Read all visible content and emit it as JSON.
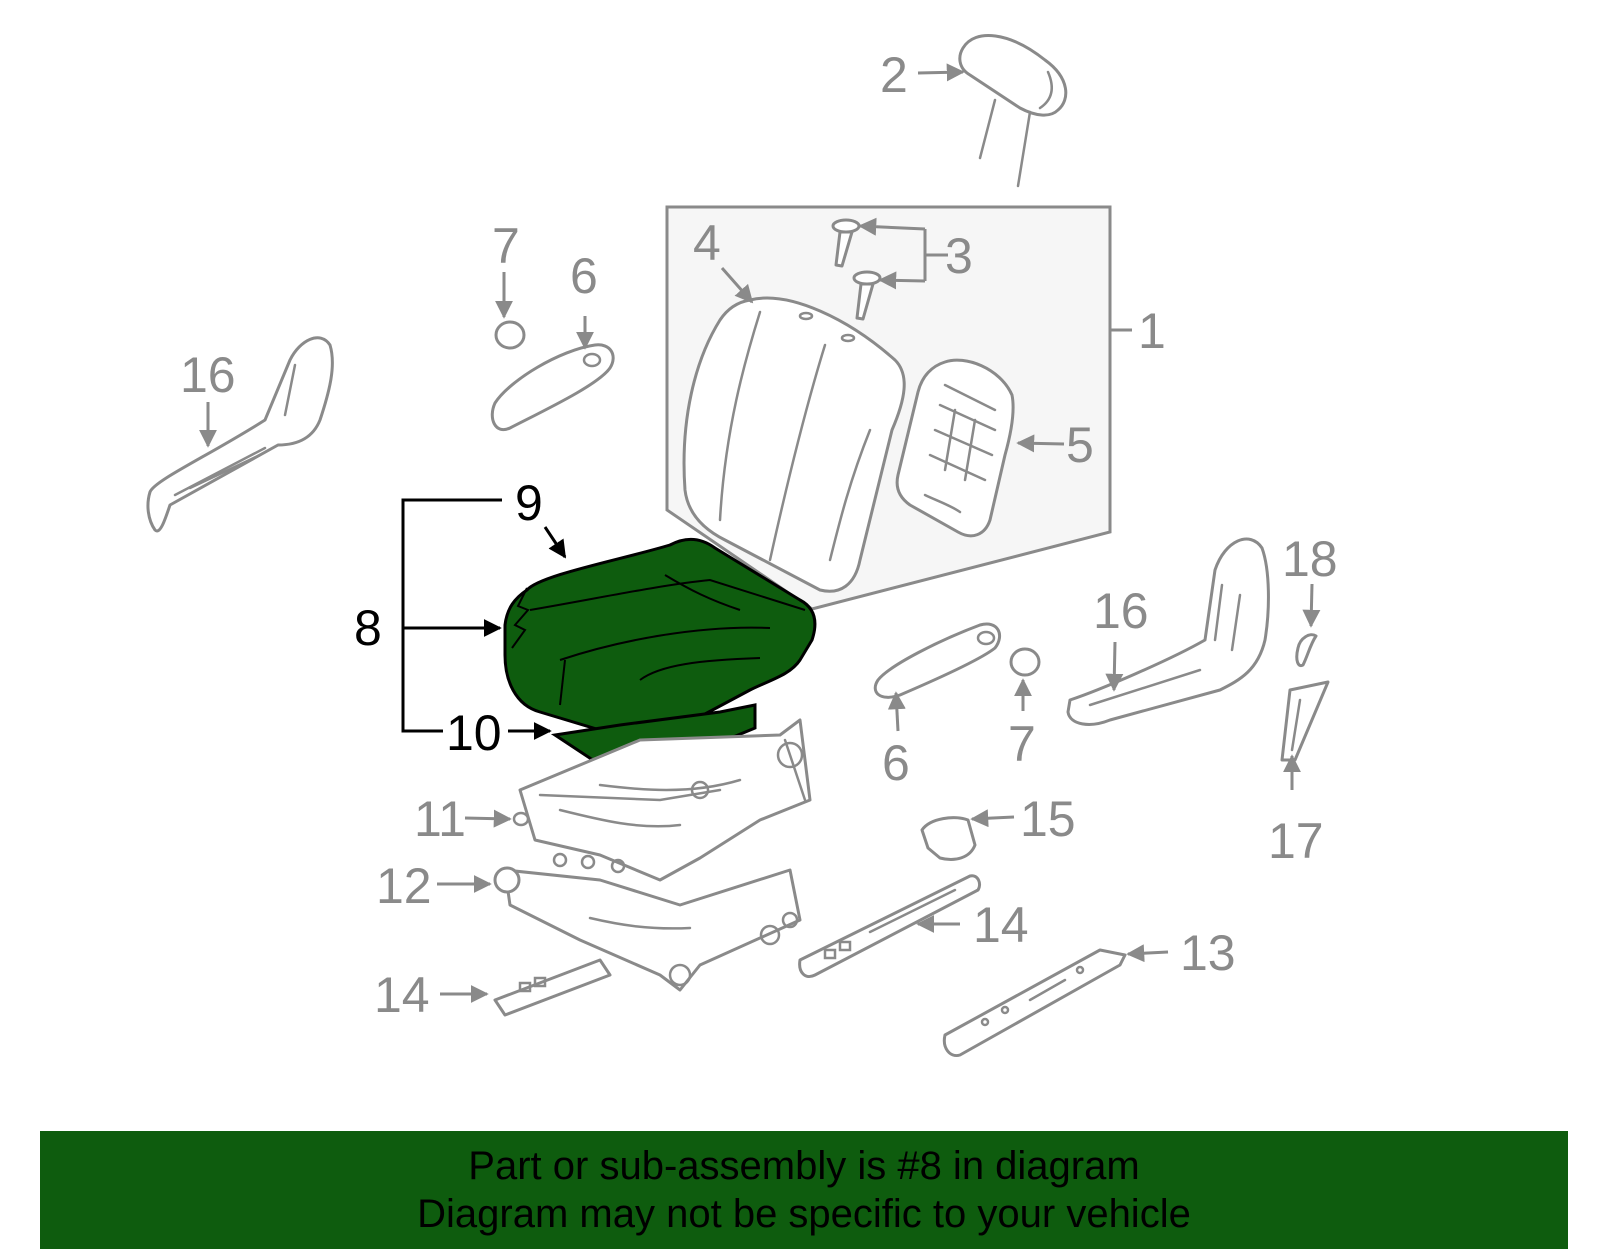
{
  "labels": {
    "l1": "1",
    "l2": "2",
    "l3": "3",
    "l4": "4",
    "l5": "5",
    "l6a": "6",
    "l6b": "6",
    "l7a": "7",
    "l7b": "7",
    "l8": "8",
    "l9": "9",
    "l10": "10",
    "l11": "11",
    "l12": "12",
    "l13": "13",
    "l14a": "14",
    "l14b": "14",
    "l15": "15",
    "l16a": "16",
    "l16b": "16",
    "l17": "17",
    "l18": "18"
  },
  "banner": {
    "line1": "Part or sub-assembly is #8 in diagram",
    "line2": "Diagram may not be specific to your vehicle"
  },
  "colors": {
    "highlight": "#0e5c0e",
    "banner_bg": "#0e5c0e",
    "part_stroke": "#8a8a8a",
    "backrest_box": "#f6f6f6"
  },
  "highlighted_part": "8"
}
